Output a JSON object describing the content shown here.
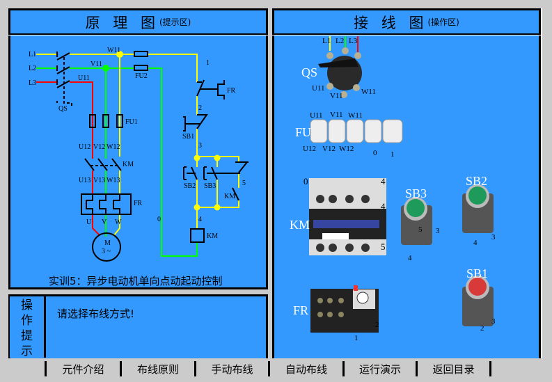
{
  "left_panel": {
    "title": "原 理 图",
    "subtitle": "(提示区)",
    "caption": "实训5：异步电动机单向点动起动控制",
    "labels": {
      "L1": "L1",
      "L2": "L2",
      "L3": "L3",
      "W11": "W11",
      "V11": "V11",
      "U11": "U11",
      "FU2": "FU2",
      "QS": "QS",
      "FU1": "FU1",
      "U12": "U12",
      "V12": "V12",
      "W12": "W12",
      "KM": "KM",
      "U13": "U13",
      "V13": "V13",
      "W13": "W13",
      "FR": "FR",
      "U": "U",
      "V": "V",
      "W": "W",
      "M": "M",
      "M3": "3 ~",
      "n0": "0",
      "n1": "1",
      "n2": "2",
      "n3": "3",
      "n4": "4",
      "n5": "5",
      "SB1": "SB1",
      "SB2": "SB2",
      "SB3": "SB3",
      "KMaux": "KM",
      "KMcoil": "KM",
      "FRc": "FR"
    }
  },
  "right_panel": {
    "title": "接 线 图",
    "subtitle": "(操作区)",
    "qs": {
      "name": "QS",
      "L1": "L1",
      "L2": "L2",
      "L3": "L3",
      "U11": "U11",
      "V11": "V11",
      "W11": "W11"
    },
    "fu": {
      "name": "FU",
      "top": [
        "U11",
        "V11",
        "W11"
      ],
      "bottom": [
        "U12",
        "V12",
        "W12",
        "0",
        "1"
      ]
    },
    "km": {
      "name": "KM",
      "t0": "0",
      "t4a": "4",
      "t4b": "4",
      "t5": "5"
    },
    "sb3": {
      "name": "SB3",
      "a": "5",
      "b": "3",
      "c": "4"
    },
    "sb2": {
      "name": "SB2",
      "a": "4",
      "b": "3"
    },
    "sb1": {
      "name": "SB1",
      "a": "2",
      "b": "3"
    },
    "fr": {
      "name": "FR",
      "a": "1",
      "b": "2"
    }
  },
  "tips": {
    "label": [
      "操",
      "作",
      "提",
      "示"
    ],
    "message": "请选择布线方式!"
  },
  "nav": [
    "元件介绍",
    "布线原则",
    "手动布线",
    "自动布线",
    "运行演示",
    "返回目录"
  ],
  "colors": {
    "panel": "#3399ff",
    "phase1": "#ffff00",
    "phase2": "#00ff00",
    "phase3": "#ff0000"
  }
}
